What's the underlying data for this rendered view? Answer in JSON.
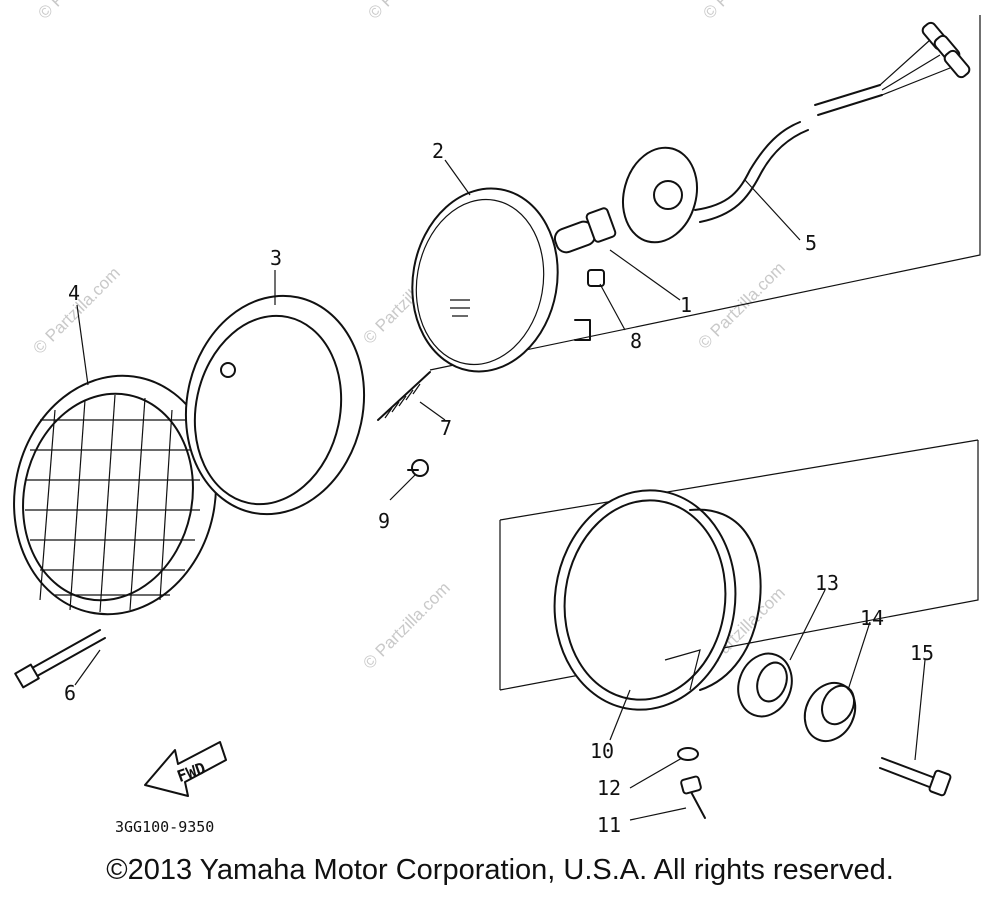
{
  "diagram": {
    "callouts": [
      "1",
      "2",
      "3",
      "4",
      "5",
      "6",
      "7",
      "8",
      "9",
      "10",
      "11",
      "12",
      "13",
      "14",
      "15"
    ],
    "direction_label": "FWD",
    "part_code": "3GG100-9350"
  },
  "watermark": "© Partzilla.com",
  "footer": {
    "copyright": "©2013 Yamaha Motor Corporation, U.S.A. All rights reserved."
  }
}
